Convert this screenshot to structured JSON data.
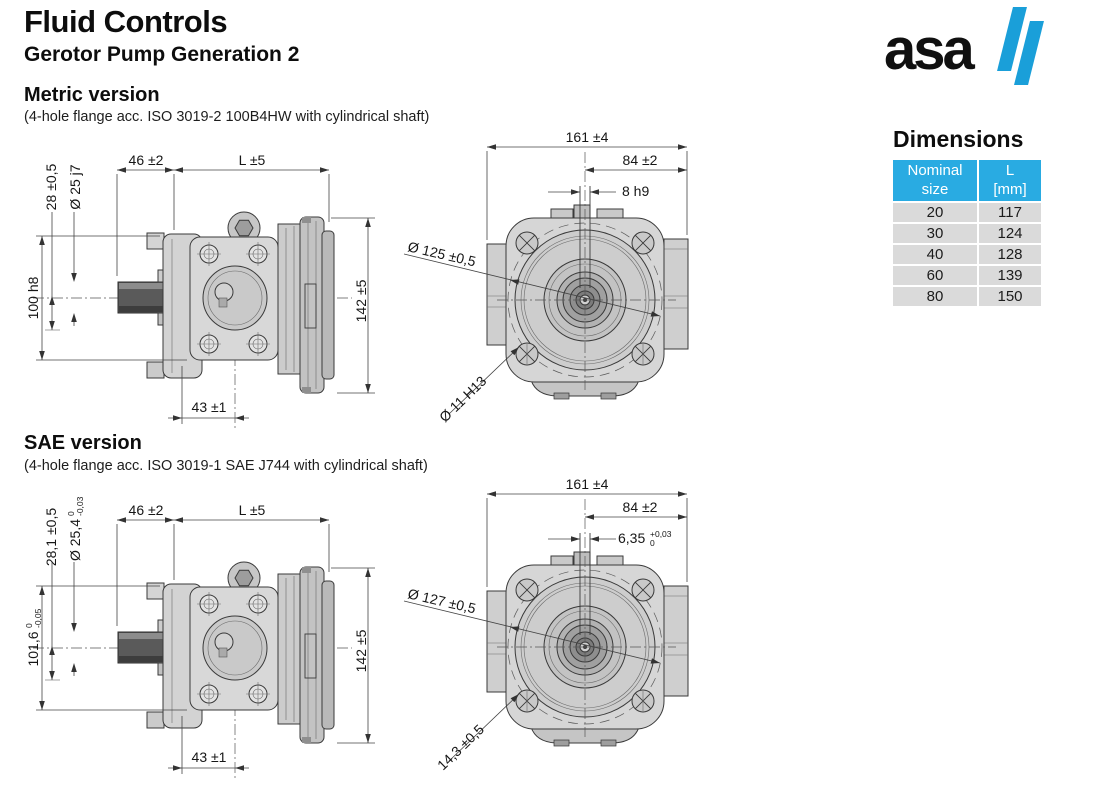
{
  "header": {
    "title": "Fluid Controls",
    "subtitle": "Gerotor Pump Generation 2",
    "logo_text": "asa"
  },
  "metric_section": {
    "heading": "Metric version",
    "subheading": "(4-hole flange acc. ISO 3019-2 100B4HW with cylindrical shaft)",
    "side_view": {
      "dim_shaft_length": "46 ±2",
      "dim_body_length": "L  ±5",
      "dim_shoulder": "28 ±0,5",
      "dim_shaft_dia": "Ø 25 j7",
      "dim_pilot_dia": "100 h8",
      "dim_height": "142 ±5",
      "dim_port_offset": "43 ±1"
    },
    "front_view": {
      "dim_overall_width": "161 ±4",
      "dim_port_width": "84 ±2",
      "dim_key_width": "8 h9",
      "dim_bolt_circle": "Ø 125 ±0,5",
      "dim_bolt_hole": "Ø 11 H13"
    }
  },
  "sae_section": {
    "heading": "SAE version",
    "subheading": "(4-hole flange acc. ISO 3019-1 SAE J744 with cylindrical shaft)",
    "side_view": {
      "dim_shaft_length": "46 ±2",
      "dim_body_length": "L  ±5",
      "dim_shoulder": "28,1 ±0,5",
      "dim_shaft_dia": "Ø 25,4",
      "dim_shaft_dia_tol_upper": "0",
      "dim_shaft_dia_tol_lower": "-0,03",
      "dim_pilot_dia": "101,6",
      "dim_pilot_dia_tol_upper": "0",
      "dim_pilot_dia_tol_lower": "-0,05",
      "dim_height": "142 ±5",
      "dim_port_offset": "43 ±1"
    },
    "front_view": {
      "dim_overall_width": "161 ±4",
      "dim_port_width": "84 ±2",
      "dim_key_width": "6,35",
      "dim_key_width_tol_upper": "+0,03",
      "dim_key_width_tol_lower": "0",
      "dim_bolt_circle": "Ø 127 ±0,5",
      "dim_bolt_hole": "14,3 ±0,5"
    }
  },
  "dimensions_panel": {
    "heading": "Dimensions",
    "columns": [
      "Nominal\nsize",
      "L\n[mm]"
    ],
    "rows": [
      {
        "nominal_size": "20",
        "l_mm": "117"
      },
      {
        "nominal_size": "30",
        "l_mm": "124"
      },
      {
        "nominal_size": "40",
        "l_mm": "128"
      },
      {
        "nominal_size": "60",
        "l_mm": "139"
      },
      {
        "nominal_size": "80",
        "l_mm": "150"
      }
    ]
  },
  "colors": {
    "accent_blue": "#1A9FD9",
    "table_header_bg": "#29ABE2",
    "table_row_bg": "#DADADA"
  }
}
